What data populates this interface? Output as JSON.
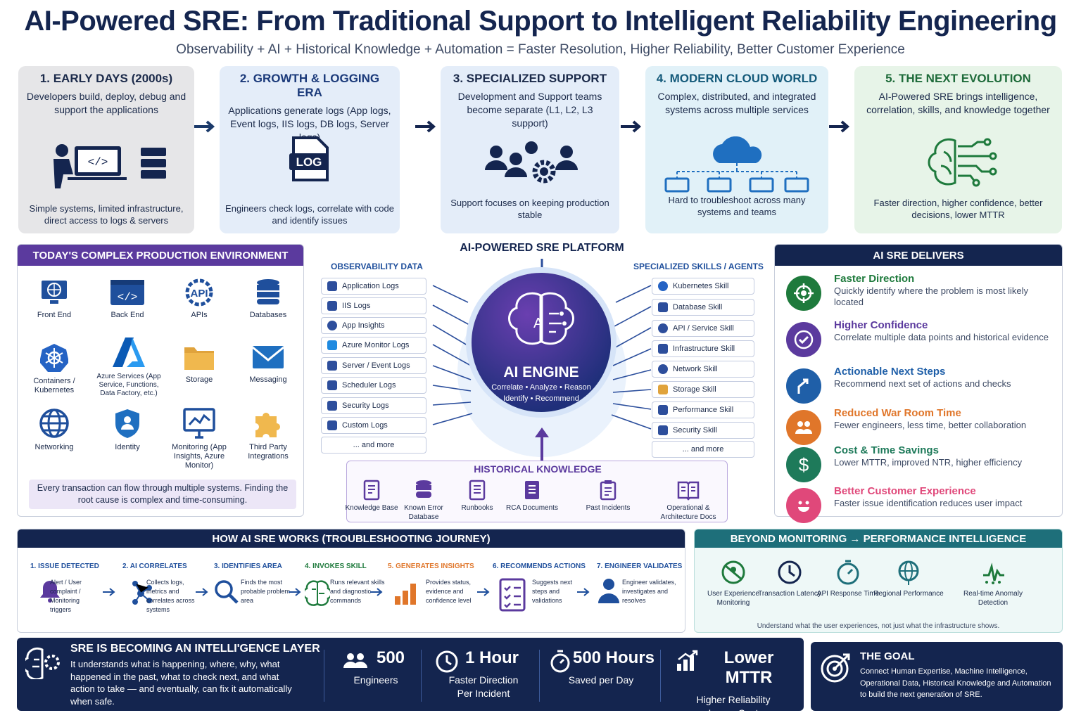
{
  "title": "AI-Powered SRE: From Traditional Support to Intelligent Reliability Engineering",
  "subtitle": "Observability + AI + Historical Knowledge + Automation = Faster Resolution, Higher Reliability, Better Customer Experience",
  "eras": [
    {
      "title": "1. EARLY DAYS (2000s)",
      "desc": "Developers build, deploy, debug and support the applications",
      "bottom": "Simple systems, limited infrastructure, direct access to logs & servers",
      "bg": "#e6e6e8",
      "color": "#1b2a4a"
    },
    {
      "title": "2. GROWTH & LOGGING ERA",
      "desc": "Applications generate logs (App logs, Event logs, IIS logs, DB logs, Server logs)",
      "bottom": "Engineers check logs, correlate with code and identify issues",
      "bg": "#e4edf9",
      "color": "#1b3a7a",
      "icon": "LOG"
    },
    {
      "title": "3. SPECIALIZED SUPPORT",
      "desc": "Development and Support teams become separate (L1, L2, L3 support)",
      "bottom": "Support focuses on keeping production stable",
      "bg": "#e4edf9",
      "color": "#1b2a4a"
    },
    {
      "title": "4. MODERN CLOUD WORLD",
      "desc": "Complex, distributed, and integrated systems across multiple services",
      "bottom": "Hard to troubleshoot across many systems and teams",
      "bg": "#e1f1f8",
      "color": "#145a7a"
    },
    {
      "title": "5. THE NEXT EVOLUTION",
      "desc": "AI-Powered SRE brings intelligence, correlation, skills, and knowledge together",
      "bottom": "Faster direction, higher confidence, better decisions, lower MTTR",
      "bg": "#e7f4e8",
      "color": "#1e6b3a"
    }
  ],
  "env": {
    "title": "TODAY'S COMPLEX PRODUCTION ENVIRONMENT",
    "items": [
      "Front End",
      "Back End",
      "APIs",
      "Databases",
      "Containers / Kubernetes",
      "Azure Services (App Service, Functions, Data Factory, etc.)",
      "Storage",
      "Messaging",
      "Networking",
      "Identity",
      "Monitoring (App Insights, Azure Monitor)",
      "Third Party Integrations"
    ],
    "note": "Every transaction can flow through multiple systems. Finding the root cause is complex and time-consuming.",
    "api_glyph": "API"
  },
  "platform": {
    "title": "AI-POWERED SRE PLATFORM",
    "obs_title": "OBSERVABILITY DATA",
    "obs": [
      "Application Logs",
      "IIS Logs",
      "App Insights",
      "Azure Monitor Logs",
      "Server / Event Logs",
      "Scheduler Logs",
      "Security Logs",
      "Custom Logs",
      "... and more"
    ],
    "skills_title": "SPECIALIZED SKILLS / AGENTS",
    "skills": [
      "Kubernetes Skill",
      "Database Skill",
      "API / Service Skill",
      "Infrastructure Skill",
      "Network Skill",
      "Storage Skill",
      "Performance Skill",
      "Security Skill",
      "... and more"
    ],
    "engine": "AI ENGINE",
    "engine_sub1": "Correlate • Analyze • Reason",
    "engine_sub2": "Identify • Recommend",
    "hk_title": "HISTORICAL KNOWLEDGE",
    "hk": [
      "Knowledge Base",
      "Known Error Database",
      "Runbooks",
      "RCA Documents",
      "Past Incidents",
      "Operational & Architecture Docs"
    ]
  },
  "delivers": {
    "title": "AI SRE DELIVERS",
    "items": [
      {
        "t": "Faster Direction",
        "s": "Quickly identify where the problem is most likely located",
        "c": "#1e7a3c"
      },
      {
        "t": "Higher Confidence",
        "s": "Correlate multiple data points and historical evidence",
        "c": "#5b3a9e"
      },
      {
        "t": "Actionable Next Steps",
        "s": "Recommend next set of actions and checks",
        "c": "#1f5fa8"
      },
      {
        "t": "Reduced War Room Time",
        "s": "Fewer engineers, less time, better collaboration",
        "c": "#e0762a"
      },
      {
        "t": "Cost & Time Savings",
        "s": "Lower MTTR, improved NTR, higher efficiency",
        "c": "#1e7a5a"
      },
      {
        "t": "Better Customer Experience",
        "s": "Faster issue identification reduces user impact",
        "c": "#e0487a"
      }
    ]
  },
  "journey": {
    "title": "HOW AI SRE WORKS (TROUBLESHOOTING JOURNEY)",
    "steps": [
      {
        "h": "1. ISSUE DETECTED",
        "t": "Alert / User complaint / Monitoring triggers",
        "c": "#1f4f9c"
      },
      {
        "h": "2. AI CORRELATES",
        "t": "Collects logs, metrics and correlates across systems",
        "c": "#1f4f9c"
      },
      {
        "h": "3. IDENTIFIES AREA",
        "t": "Finds the most probable problem area",
        "c": "#1f4f9c"
      },
      {
        "h": "4. INVOKES SKILL",
        "t": "Runs relevant skills and diagnostic commands",
        "c": "#1e7a3c"
      },
      {
        "h": "5. GENERATES INSIGHTS",
        "t": "Provides status, evidence and confidence level",
        "c": "#e0762a"
      },
      {
        "h": "6. RECOMMENDS ACTIONS",
        "t": "Suggests next steps and validations",
        "c": "#1f4f9c"
      },
      {
        "h": "7. ENGINEER VALIDATES",
        "t": "Engineer validates, investigates and resolves",
        "c": "#1f4f9c"
      }
    ]
  },
  "beyond": {
    "title": "BEYOND MONITORING → PERFORMANCE INTELLIGENCE",
    "items": [
      "User Experience Monitoring",
      "Transaction Latency",
      "API Response Time",
      "Regional Performance",
      "Real-time Anomaly Detection"
    ],
    "note": "Understand what the user experiences, not just what the infrastructure shows."
  },
  "footer": {
    "title": "SRE IS BECOMING AN INTELLI'GENCE LAYER",
    "text": "It understands what is happening, where, why, what happened in the past, what to check next, and what action to take — and eventually, can fix it automatically when safe.",
    "stats": [
      {
        "n": "500",
        "l1": "Engineers",
        "l2": ""
      },
      {
        "n": "1 Hour",
        "l1": "Faster Direction",
        "l2": "Per Incident"
      },
      {
        "n": "500 Hours",
        "l1": "Saved per Day",
        "l2": ""
      },
      {
        "n": "Lower MTTR",
        "l1": "Higher Reliability",
        "l2": "Lower Cost"
      }
    ],
    "goal_title": "THE GOAL",
    "goal": "Connect Human Expertise, Machine Intelligence, Operational Data, Historical Knowledge and Automation to build the next generation of SRE."
  }
}
